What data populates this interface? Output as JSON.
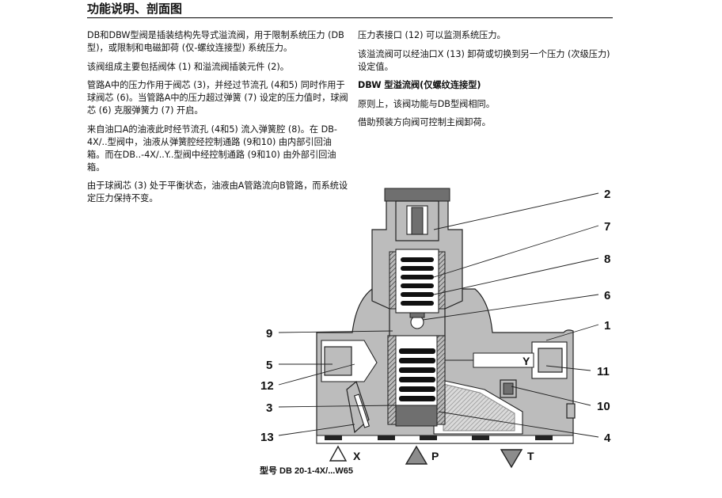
{
  "header": {
    "title": "功能说明、剖面图"
  },
  "left_column": {
    "paragraphs": [
      "DB和DBW型阀是插装结构先导式溢流阀，用于限制系统压力 (DB型)，或限制和电磁卸荷 (仅-螺纹连接型) 系统压力。",
      "该阀组成主要包括阀体 (1) 和溢流阀插装元件 (2)。",
      "管路A中的压力作用于阀芯 (3)，并经过节流孔 (4和5) 同时作用于球阀芯 (6)。当管路A中的压力超过弹簧 (7) 设定的压力值时，球阀芯 (6) 克服弹簧力 (7) 开启。",
      "来自油口A的油液此时经节流孔 (4和5) 流入弹簧腔 (8)。在 DB-4X/..型阀中，油液从弹簧腔经控制通路 (9和10) 由内部引回油箱。而在DB..-4X/..Y..型阀中经控制通路 (9和10) 由外部引回油箱。",
      "由于球阀芯 (3) 处于平衡状态，油液由A管路流向B管路，而系统设定压力保持不变。"
    ]
  },
  "right_column": {
    "paragraph1": "压力表接口 (12) 可以监测系统压力。",
    "paragraph2": "该溢流阀可以经油口X (13) 卸荷或切换到另一个压力 (次级压力) 设定值。",
    "subheading": "DBW 型溢流阀(仅螺纹连接型)",
    "paragraph3": "原则上，该阀功能与DB型阀相同。",
    "paragraph4": "借助预装方向阀可控制主阀卸荷。"
  },
  "diagram": {
    "callouts_right": [
      "2",
      "7",
      "8",
      "6",
      "1",
      "11",
      "10",
      "4"
    ],
    "callouts_left": [
      "9",
      "5",
      "12",
      "3",
      "13"
    ],
    "internal_label": "Y",
    "ports": [
      "X",
      "P",
      "T"
    ],
    "caption": "型号 DB 20-1-4X/...W65",
    "colors": {
      "body": "#bcbcbc",
      "dark_part": "#6f6f6f",
      "line": "#222222"
    }
  }
}
